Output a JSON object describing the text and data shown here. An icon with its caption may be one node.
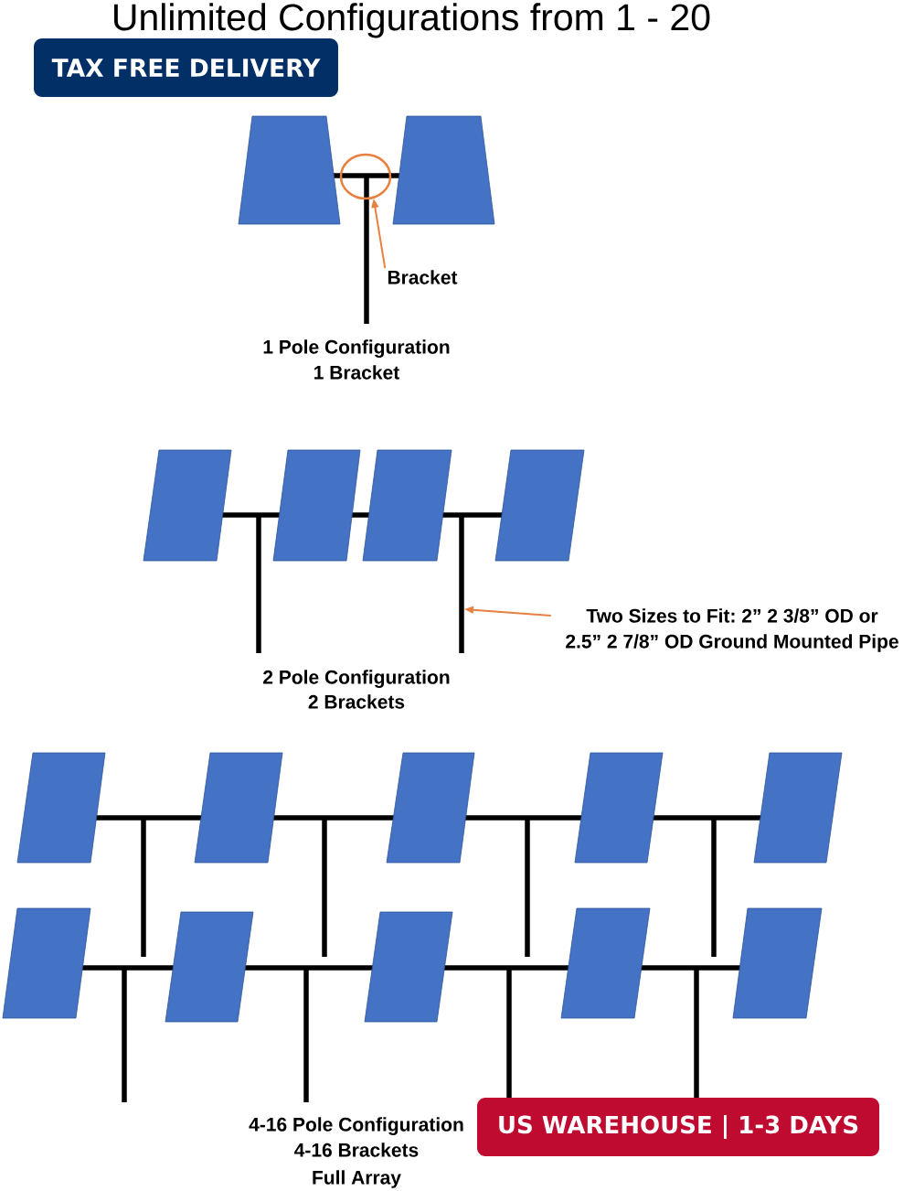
{
  "diagram": {
    "title": "Unlimited Configurations from 1 - 20",
    "nodes": [
      {
        "text": [],
        "shape": "circle"
      },
      {
        "text": [
          "Bracket"
        ]
      },
      {
        "text": [],
        "shape": "bar"
      },
      {
        "text": [
          "Two Sizes to Fit: 2” 2 3/8” OD or 2.5” 2 7/8” OD Ground Mounted Pipe"
        ]
      }
    ],
    "edges": [
      {
        "from": 1,
        "to": 0,
        "arrow": "to"
      },
      {
        "from": 3,
        "to": 2,
        "arrow": "to"
      }
    ],
    "labels": [
      "TAX FREE DELIVERY",
      "1 Pole Configuration",
      "1 Bracket",
      "2 Pole Configuration",
      "2 Brackets",
      "4-16 Pole Configuration",
      "US WAREHOUSE | 1-3 DAYS",
      "4-16 Brackets",
      "Full Array"
    ]
  }
}
